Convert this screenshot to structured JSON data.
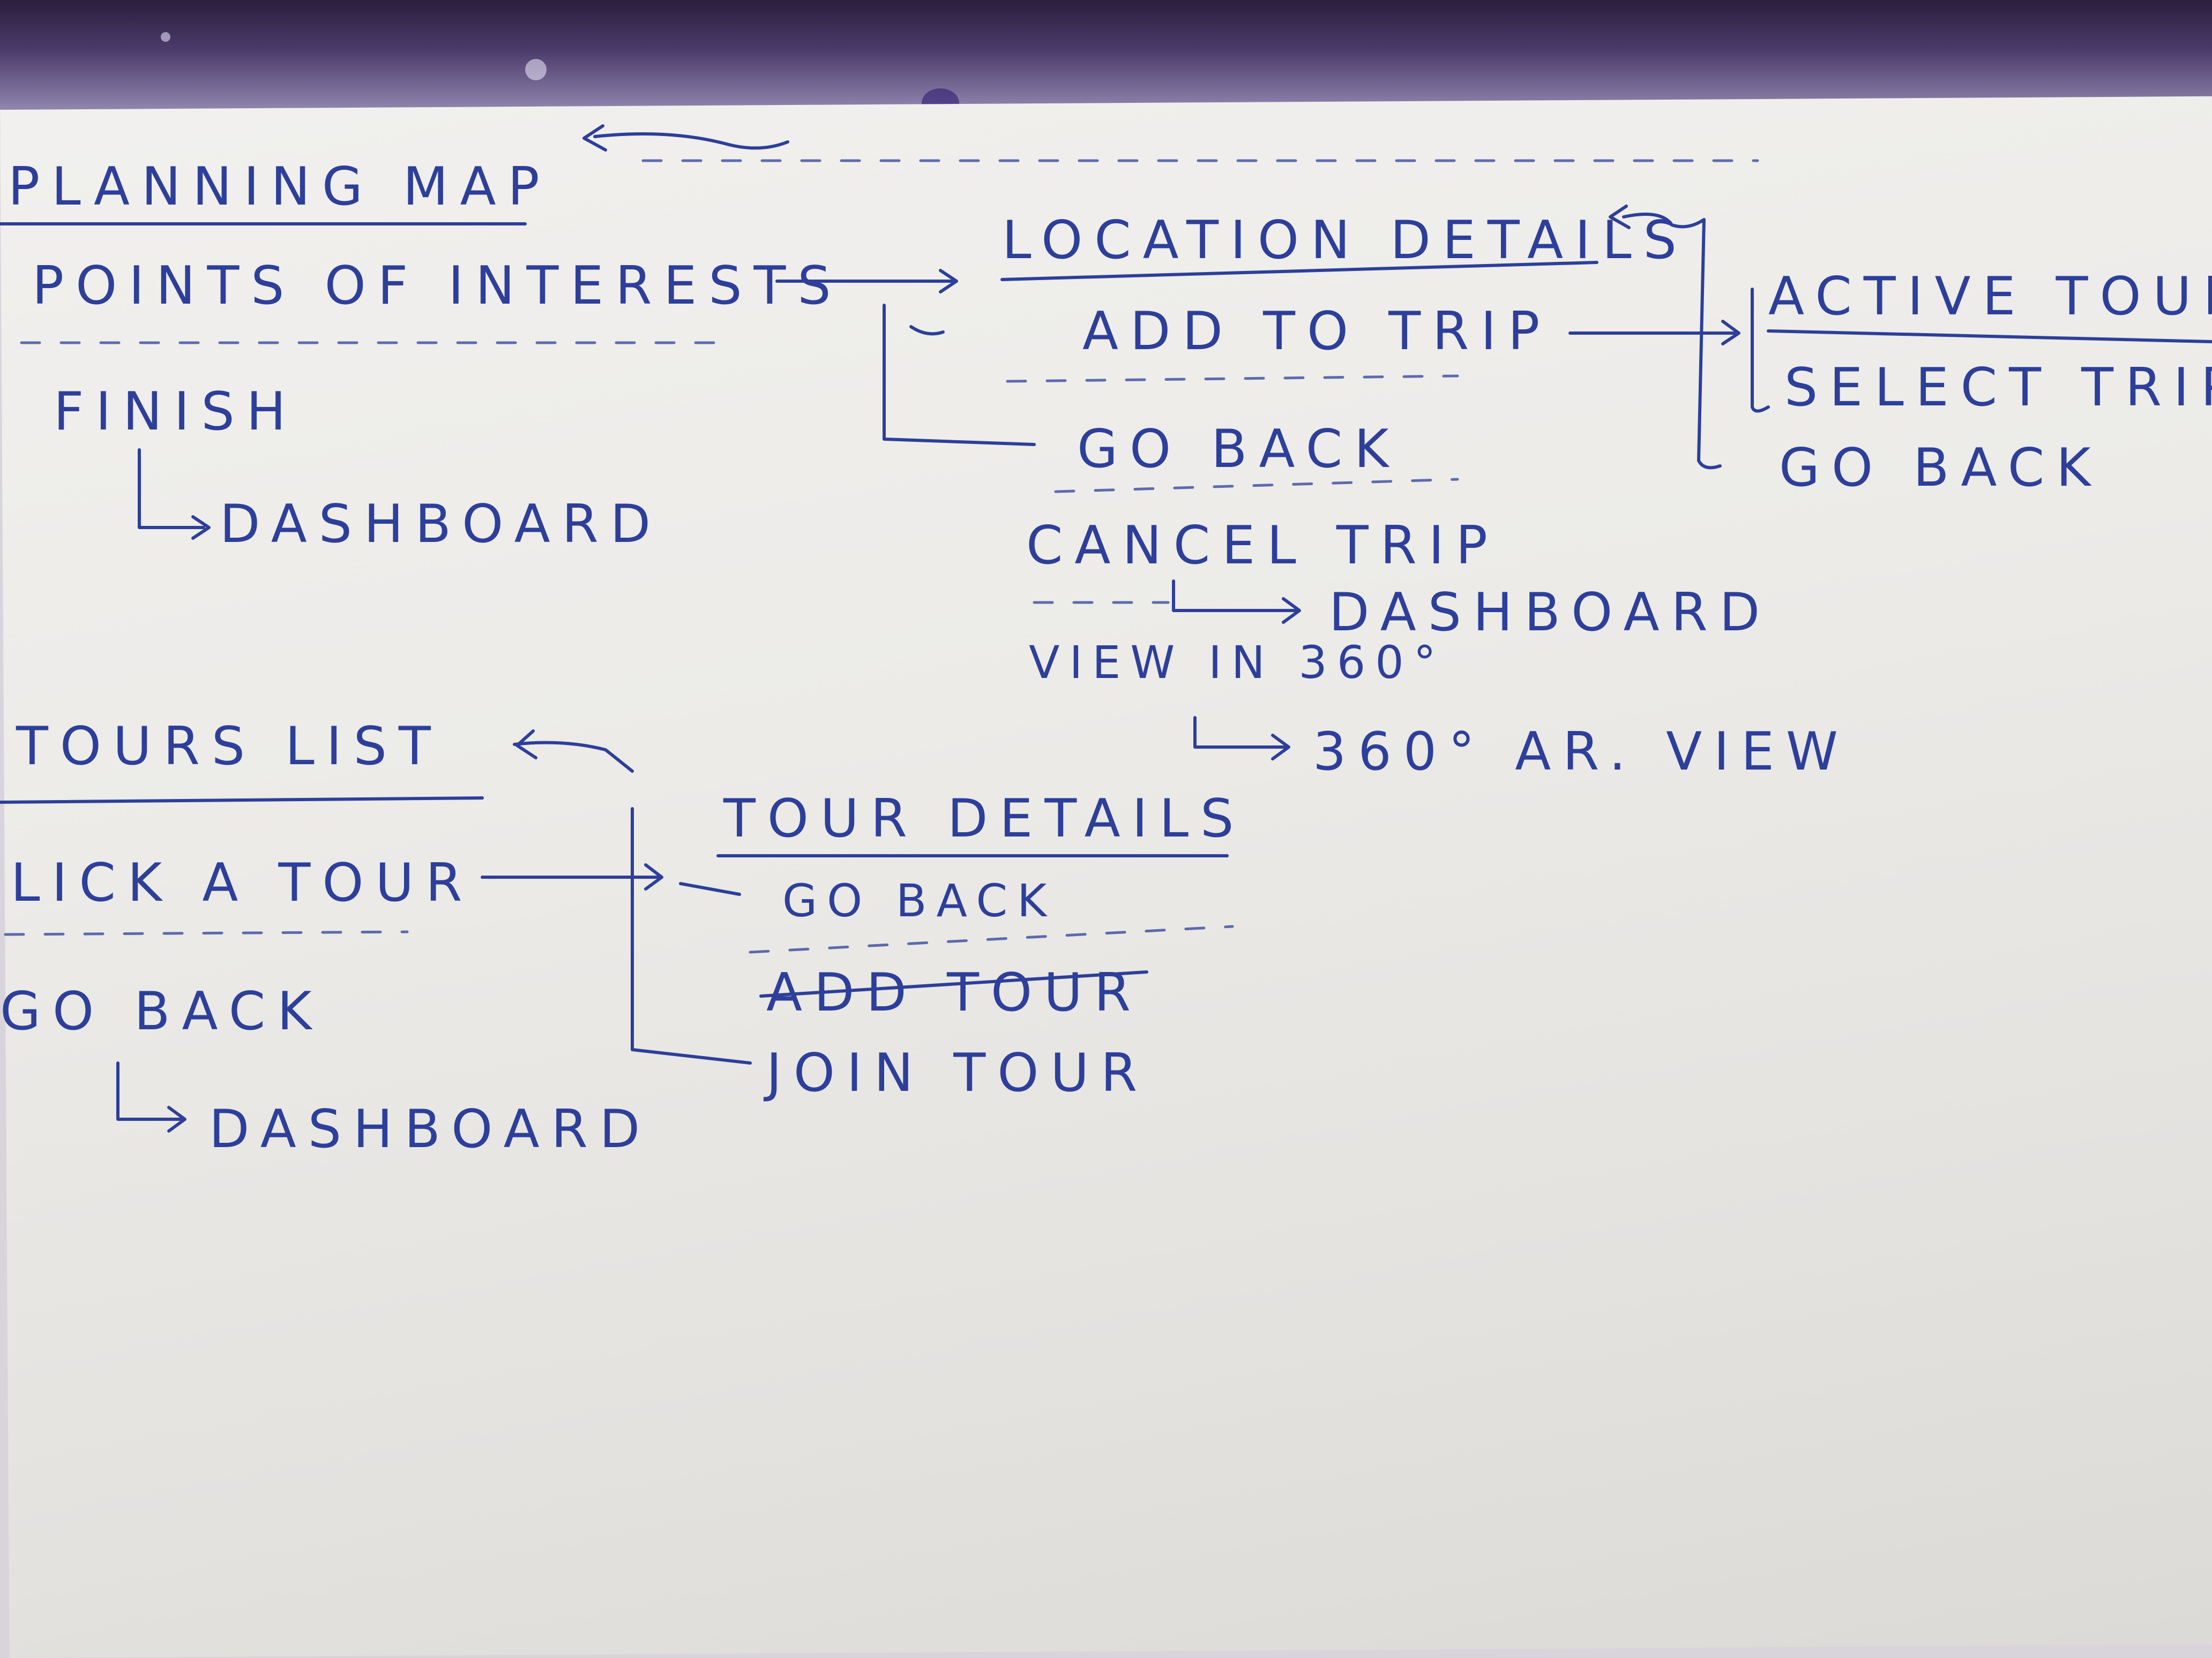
{
  "diagram": {
    "planning_map": {
      "title": "PLANNING MAP",
      "items": [
        "POINTS OF INTERESTS",
        "FINISH"
      ],
      "finish_target": "DASHBOARD"
    },
    "location_details": {
      "title": "LOCATION DETAILS",
      "items": [
        "ADD TO TRIP",
        "GO BACK",
        "CANCEL TRIP",
        "VIEW IN 360°"
      ],
      "cancel_target": "DASHBOARD",
      "view_target": "360° AR. VIEW"
    },
    "active_tour": {
      "title": "ACTIVE TOUR L",
      "items": [
        "SELECT TRIP",
        "GO BACK"
      ]
    },
    "tours_list": {
      "title": "TOURS LIST",
      "items": [
        "LICK A TOUR",
        "GO BACK"
      ],
      "goback_target": "DASHBOARD"
    },
    "tour_details": {
      "title": "TOUR DETAILS",
      "items": [
        "GO BACK",
        "ADD TOUR",
        "JOIN TOUR"
      ]
    }
  }
}
